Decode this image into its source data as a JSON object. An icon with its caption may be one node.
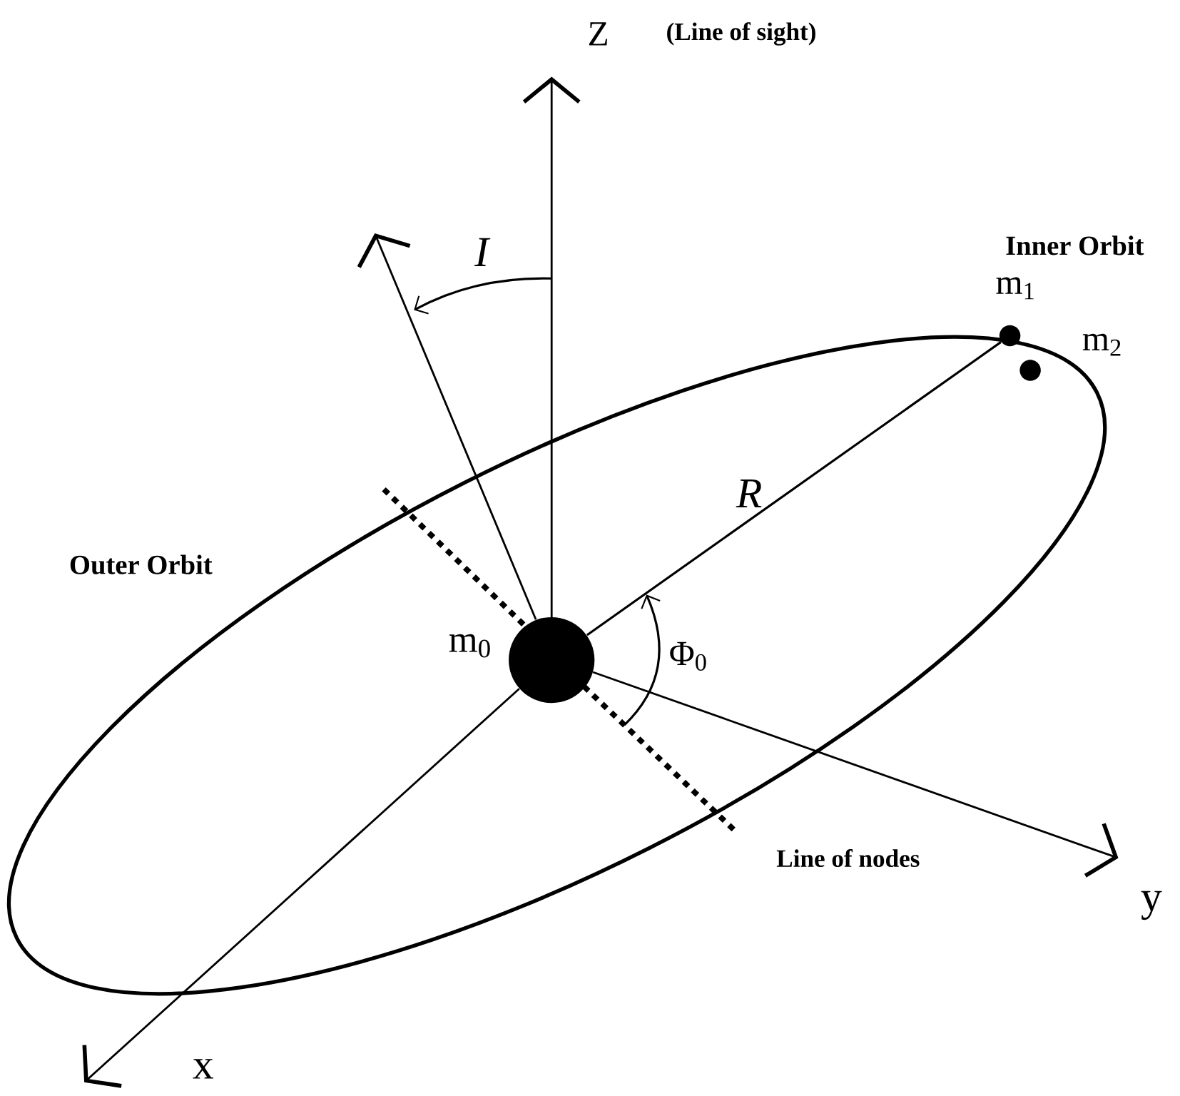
{
  "diagram": {
    "nodes": [
      {
        "text": [],
        "shape": "circle",
        "beside": [
          "m$_{0}$"
        ]
      },
      {
        "text": [],
        "shape": "circle",
        "beside": [
          "m$_{1}$"
        ]
      },
      {
        "text": [],
        "shape": "circle",
        "beside": [
          "m$_{2}$"
        ]
      }
    ],
    "edges": [
      {
        "from": 0,
        "to": 1,
        "arrow": "none",
        "label": "R"
      }
    ],
    "labels": [
      "Z",
      "(Line of sight)",
      "I",
      "Inner Orbit",
      "Outer Orbit",
      "Φ$_{0}$",
      "Line of nodes",
      "y",
      "x"
    ]
  }
}
